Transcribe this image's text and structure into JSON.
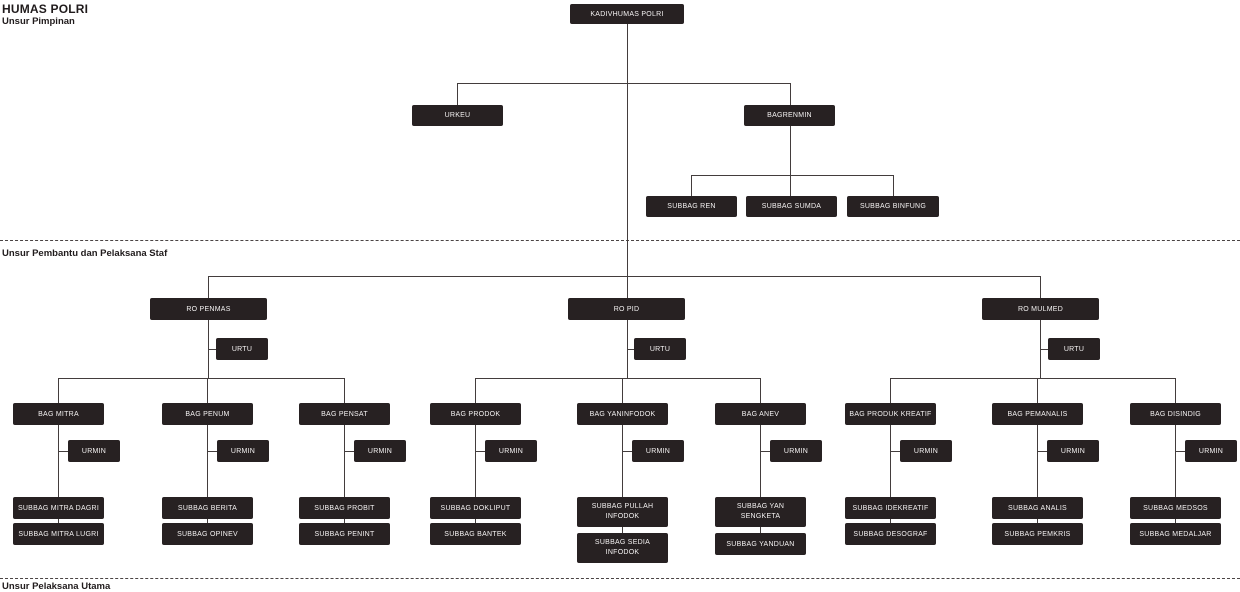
{
  "header": {
    "title": "HUMAS POLRI",
    "section1": "Unsur Pimpinan",
    "section2": "Unsur Pembantu dan Pelaksana Staf",
    "section3": "Unsur Pelaksana Utama"
  },
  "org": {
    "root": "KADIVHUMAS POLRI",
    "urkeu": "URKEU",
    "bagrenmin": "BAGRENMIN",
    "renmin_subbags": [
      "SUBBAG REN",
      "SUBBAG SUMDA",
      "SUBBAG BINFUNG"
    ],
    "urtu_label": "URTU",
    "urmin_label": "URMIN",
    "biros": [
      {
        "label": "RO PENMAS",
        "bags": [
          {
            "label": "BAG MITRA",
            "subbags": [
              "SUBBAG MITRA DAGRI",
              "SUBBAG MITRA LUGRI"
            ]
          },
          {
            "label": "BAG PENUM",
            "subbags": [
              "SUBBAG BERITA",
              "SUBBAG OPINEV"
            ]
          },
          {
            "label": "BAG PENSAT",
            "subbags": [
              "SUBBAG PROBIT",
              "SUBBAG PENINT"
            ]
          }
        ]
      },
      {
        "label": "RO PID",
        "bags": [
          {
            "label": "BAG PRODOK",
            "subbags": [
              "SUBBAG DOKLIPUT",
              "SUBBAG BANTEK"
            ]
          },
          {
            "label": "BAG YANINFODOK",
            "subbags": [
              "SUBBAG PULLAH INFODOK",
              "SUBBAG SEDIA INFODOK"
            ]
          },
          {
            "label": "BAG ANEV",
            "subbags": [
              "SUBBAG YAN SENGKETA",
              "SUBBAG YANDUAN"
            ]
          }
        ]
      },
      {
        "label": "RO MULMED",
        "bags": [
          {
            "label": "BAG PRODUK KREATIF",
            "subbags": [
              "SUBBAG IDEKREATIF",
              "SUBBAG DESOGRAF"
            ]
          },
          {
            "label": "BAG PEMANALIS",
            "subbags": [
              "SUBBAG ANALIS",
              "SUBBAG PEMKRIS"
            ]
          },
          {
            "label": "BAG DISINDIG",
            "subbags": [
              "SUBBAG MEDSOS",
              "SUBBAG MEDALJAR"
            ]
          }
        ]
      }
    ]
  },
  "colors": {
    "node_bg": "#272122",
    "node_text": "#f4f2f2",
    "line": "#433d3d",
    "heading_text": "#201b1c",
    "background": "#ffffff"
  }
}
